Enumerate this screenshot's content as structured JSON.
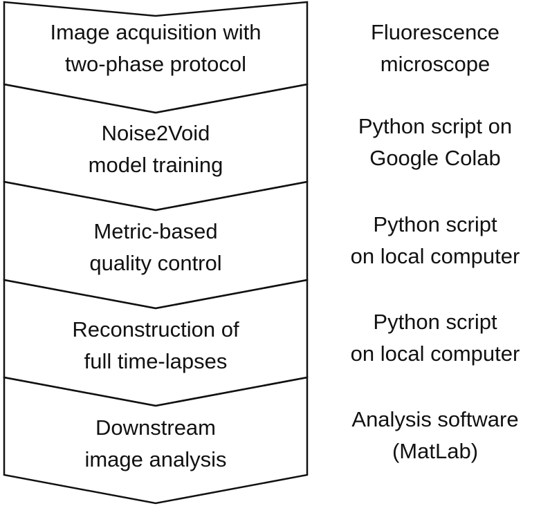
{
  "workflow": {
    "steps": [
      {
        "line1": "Image acquisition with",
        "line2": "two-phase protocol",
        "tool_line1": "Fluorescence",
        "tool_line2": "microscope"
      },
      {
        "line1": "Noise2Void",
        "line2": "model training",
        "tool_line1": "Python script on",
        "tool_line2": "Google Colab"
      },
      {
        "line1": "Metric-based",
        "line2": "quality control",
        "tool_line1": "Python script",
        "tool_line2": "on local computer"
      },
      {
        "line1": "Reconstruction of",
        "line2": "full time-lapses",
        "tool_line1": "Python script",
        "tool_line2": "on local computer"
      },
      {
        "line1": "Downstream",
        "line2": "image analysis",
        "tool_line1": "Analysis software",
        "tool_line2": "(MatLab)"
      }
    ]
  }
}
